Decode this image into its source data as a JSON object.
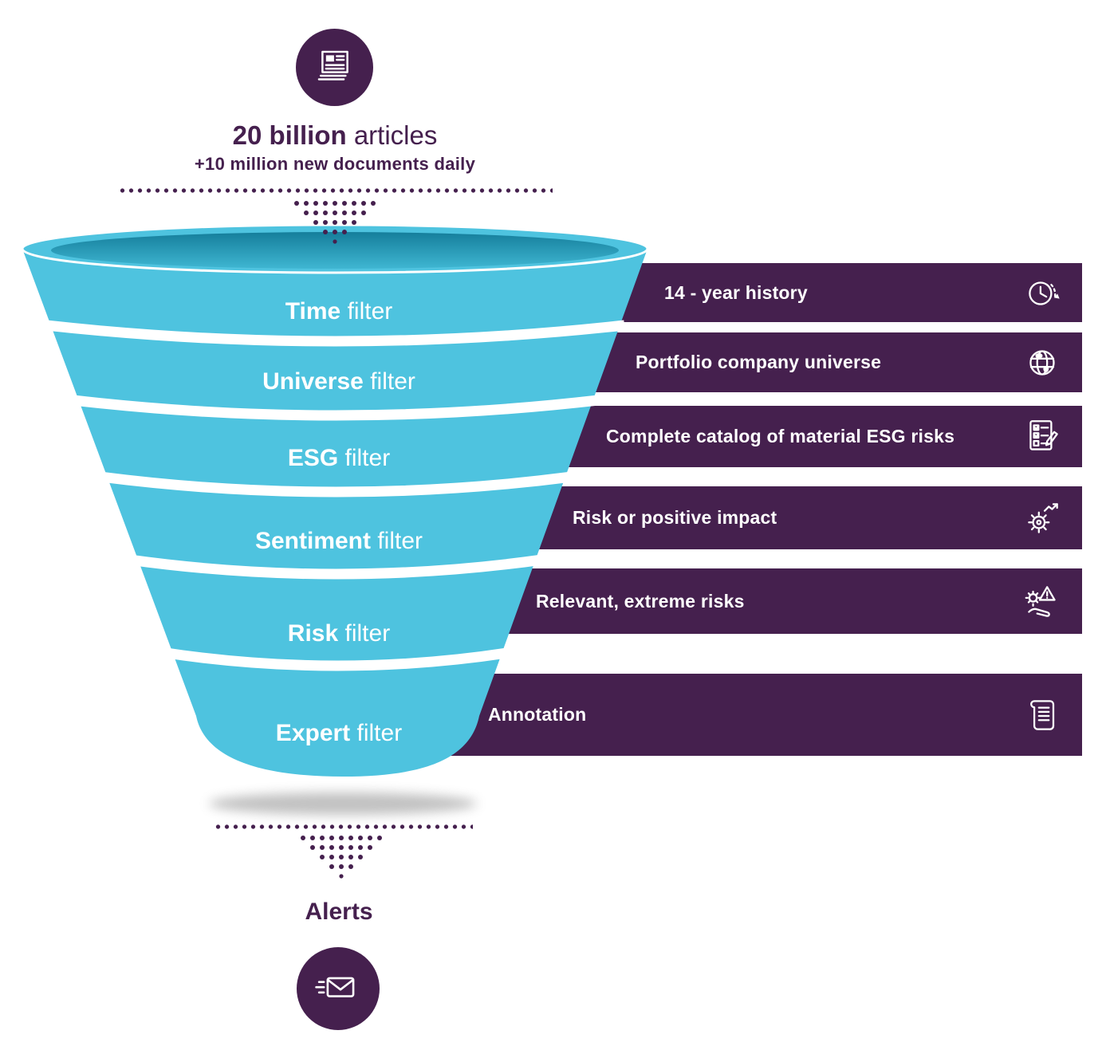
{
  "colors": {
    "cyan": "#4EC3DF",
    "purple": "#45204E",
    "white": "#ffffff"
  },
  "header": {
    "icon": "articles-icon",
    "title_bold": "20 billion",
    "title_rest": " articles",
    "subtitle": "+10 million new documents daily"
  },
  "funnel": {
    "stages": [
      {
        "bold": "Time",
        "rest": " filter",
        "result": "14 - year history",
        "icon": "history-clock-icon"
      },
      {
        "bold": "Universe",
        "rest": " filter",
        "result": "Portfolio company universe",
        "icon": "globe-icon"
      },
      {
        "bold": "ESG",
        "rest": " filter",
        "result": "Complete catalog of material ESG risks",
        "icon": "checklist-pencil-icon"
      },
      {
        "bold": "Sentiment",
        "rest": " filter",
        "result": "Risk or positive impact",
        "icon": "gear-growth-icon"
      },
      {
        "bold": "Risk",
        "rest": " filter",
        "result": "Relevant, extreme risks",
        "icon": "risk-hand-icon"
      },
      {
        "bold": "Expert",
        "rest": " filter",
        "result": "Annotation",
        "icon": "annotation-scroll-icon"
      }
    ]
  },
  "footer": {
    "label": "Alerts",
    "icon": "email-icon"
  }
}
